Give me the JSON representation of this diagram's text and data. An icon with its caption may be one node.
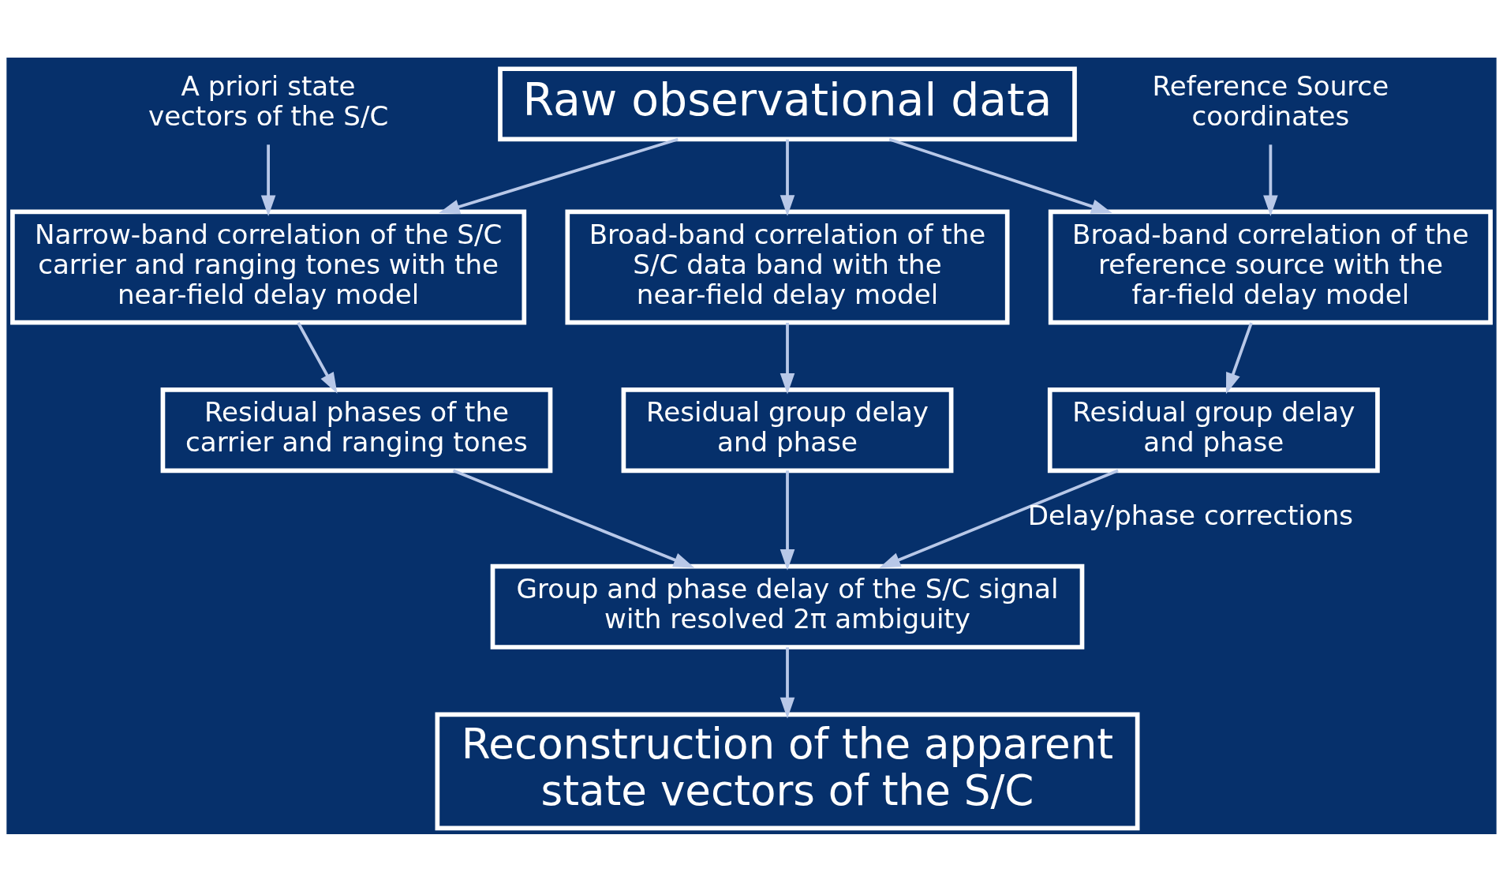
{
  "diagram": {
    "nodes": [
      {
        "text": [
          "Raw observational data"
        ]
      },
      {
        "text": [
          "Reference Source coordinates"
        ]
      },
      {
        "text": [
          "A priori state vectors of the S/C"
        ]
      },
      {
        "text": [
          "Broad-band correlation of the reference source with the far-field delay model"
        ]
      },
      {
        "text": [
          "Broad-band correlation of the S/C data band with the near-field delay model"
        ]
      },
      {
        "text": [
          "Narrow-band correlation of the S/C carrier and ranging tones with the near-field delay model"
        ]
      },
      {
        "text": [
          "Residual group delay and phase"
        ]
      },
      {
        "text": [
          "Residual group delay and phase"
        ]
      },
      {
        "text": [
          "Residual phases of the carrier and ranging tones"
        ]
      },
      {
        "text": [
          "Group and phase delay of the S/C signal with resolved 2π ambiguity"
        ]
      },
      {
        "text": [
          "Reconstruction of the apparent state vectors of the S/C"
        ]
      }
    ],
    "edges": [
      {
        "from": 0,
        "to": 3,
        "arrow": "to"
      },
      {
        "from": 0,
        "to": 4,
        "arrow": "to"
      },
      {
        "from": 0,
        "to": 5,
        "arrow": "to"
      },
      {
        "from": 1,
        "to": 3,
        "arrow": "to"
      },
      {
        "from": 2,
        "to": 5,
        "arrow": "to"
      },
      {
        "from": 3,
        "to": 6,
        "arrow": "to"
      },
      {
        "from": 4,
        "to": 7,
        "arrow": "to"
      },
      {
        "from": 5,
        "to": 8,
        "arrow": "to"
      },
      {
        "from": 6,
        "to": 9,
        "arrow": "to",
        "label": "Delay/phase corrections"
      },
      {
        "from": 7,
        "to": 9,
        "arrow": "to"
      },
      {
        "from": 8,
        "to": 9,
        "arrow": "to"
      },
      {
        "from": 9,
        "to": 10,
        "arrow": "to"
      }
    ]
  }
}
